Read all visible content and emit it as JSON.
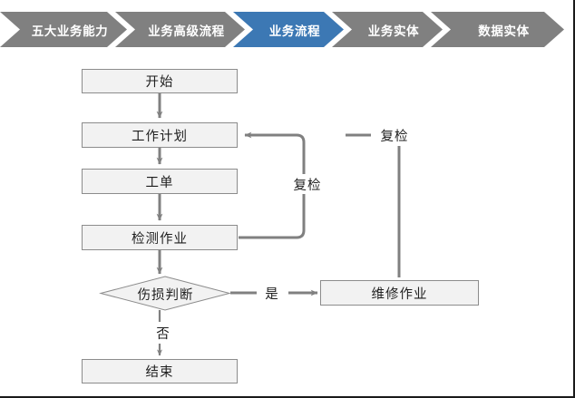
{
  "breadcrumb": {
    "active_color": "#3C78B4",
    "inactive_color": "#808080",
    "text_color": "#FFFFFF",
    "items": [
      {
        "label": "五大业务能力",
        "active": false
      },
      {
        "label": "业务高级流程",
        "active": false
      },
      {
        "label": "业务流程",
        "active": true
      },
      {
        "label": "业务实体",
        "active": false
      },
      {
        "label": "数据实体",
        "active": false
      }
    ]
  },
  "flowchart": {
    "type": "flowchart",
    "node_fill": "#F2F2F2",
    "node_border": "#8C8C8C",
    "connector_color": "#808080",
    "nodes": [
      {
        "id": "start",
        "label": "开始",
        "shape": "rect"
      },
      {
        "id": "plan",
        "label": "工作计划",
        "shape": "rect"
      },
      {
        "id": "order",
        "label": "工单",
        "shape": "rect"
      },
      {
        "id": "inspect",
        "label": "检测作业",
        "shape": "rect"
      },
      {
        "id": "decision",
        "label": "伤损判断",
        "shape": "diamond"
      },
      {
        "id": "repair",
        "label": "维修作业",
        "shape": "rect"
      },
      {
        "id": "end",
        "label": "结束",
        "shape": "rect"
      }
    ],
    "edge_labels": {
      "recheck_inner": "复检",
      "recheck_outer": "复检",
      "yes": "是",
      "no": "否"
    },
    "edges": [
      {
        "from": "start",
        "to": "plan",
        "label": ""
      },
      {
        "from": "plan",
        "to": "order",
        "label": ""
      },
      {
        "from": "order",
        "to": "inspect",
        "label": ""
      },
      {
        "from": "inspect",
        "to": "decision",
        "label": ""
      },
      {
        "from": "inspect",
        "to": "plan",
        "label": "复检"
      },
      {
        "from": "decision",
        "to": "repair",
        "label": "是"
      },
      {
        "from": "decision",
        "to": "end",
        "label": "否"
      },
      {
        "from": "repair",
        "to": "plan",
        "label": "复检"
      }
    ]
  }
}
